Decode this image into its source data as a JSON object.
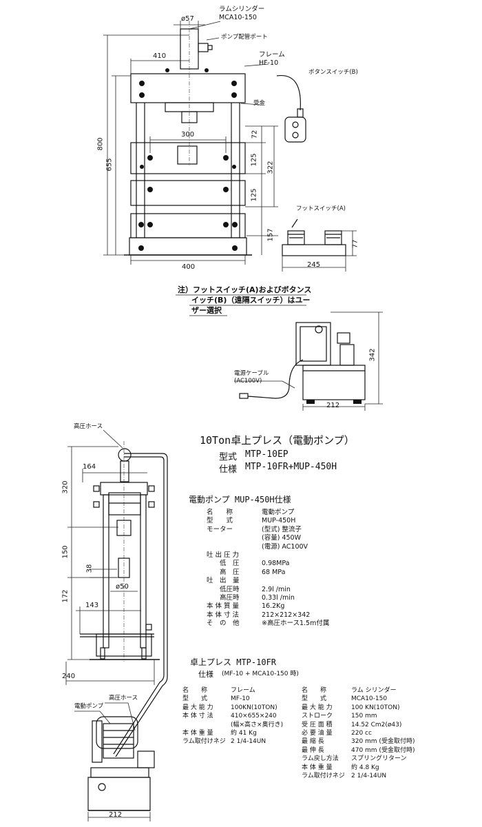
{
  "top_view": {
    "ram_cylinder_label": "ラムシリンダー",
    "ram_cylinder_model": "MCA10-150",
    "pump_port_label": "ポンプ配管ポート",
    "frame_label": "フレーム",
    "frame_model": "HF-10",
    "button_switch_label": "ボタンスイッチ(B)",
    "receiver_label": "受金",
    "foot_switch_label": "フットスイッチ(A)",
    "dims": {
      "d57": "ø57",
      "d410": "410",
      "d800": "800",
      "d655": "655",
      "d300": "300",
      "d72": "72",
      "d125a": "125",
      "d322": "322",
      "d125b": "125",
      "d157": "157",
      "d400": "400",
      "d245": "245",
      "d77": "77"
    }
  },
  "note_lines": [
    "注）フットスイッチ(A)およびボタンス",
    "イッチ(B)（遠隔スイッチ）はユー",
    "ザー選択"
  ],
  "pump_view": {
    "power_cable_label": "電源ケーブル",
    "power_cable_spec": "(AC100V)",
    "d342": "342",
    "d212": "212"
  },
  "title_block": {
    "title": "10Ton卓上プレス（電動ポンプ）",
    "model_label": "型式",
    "model_value": "MTP-10EP",
    "spec_label": "仕様",
    "spec_value": "MTP-10FR+MUP-450H"
  },
  "side_view": {
    "high_pressure_hose_label": "高圧ホース",
    "high_pressure_hose_label2": "高圧ホース",
    "electric_pump_label": "電動ポンプ",
    "dims": {
      "d164": "164",
      "d320": "320",
      "d150": "150",
      "d38": "38",
      "d50": "ø50",
      "d172": "172",
      "d143": "143",
      "d240": "240",
      "d212": "212"
    }
  },
  "pump_spec": {
    "heading": "電動ポンプ  MUP-450H仕様",
    "rows": [
      {
        "k": "名　　称",
        "v": "電動ポンプ"
      },
      {
        "k": "型　　式",
        "v": "MUP-450H"
      },
      {
        "k": "モーター",
        "v": "(型式) 整流子"
      },
      {
        "k": "",
        "v": "(容量) 450W"
      },
      {
        "k": "",
        "v": "(電源) AC100V"
      },
      {
        "k": "吐 出 圧 力",
        "v": ""
      },
      {
        "k": "　　低　圧",
        "v": "0.98MPa"
      },
      {
        "k": "　　高　圧",
        "v": "68  MPa"
      },
      {
        "k": "吐　出　量",
        "v": ""
      },
      {
        "k": "　　低圧時",
        "v": "2.9l  /min"
      },
      {
        "k": "　　高圧時",
        "v": "0.33l  /min"
      },
      {
        "k": "本 体 質 量",
        "v": "16.2Kg"
      },
      {
        "k": "本 体 寸 法",
        "v": "212×212×342"
      },
      {
        "k": "そ　の　他",
        "v": "※高圧ホース1.5m付属"
      }
    ]
  },
  "press_spec": {
    "heading": "卓上プレス  MTP-10FR",
    "subheading_label": "仕様",
    "subheading_value": "(MF-10 + MCA10-150 時)",
    "frame_rows": [
      {
        "k": "名　　称",
        "v": "フレーム"
      },
      {
        "k": "型　　式",
        "v": "MF-10"
      },
      {
        "k": "最 大 能 力",
        "v": "100KN(10TON)"
      },
      {
        "k": "本 体 寸 法",
        "v": "410×655×240"
      },
      {
        "k": "",
        "v": "(幅×高さ×奥行き)"
      },
      {
        "k": "本 体 重 量",
        "v": "約 41  Kg"
      },
      {
        "k": "ラム取付けネジ",
        "v": "2 1/4-14UN"
      }
    ],
    "ram_rows": [
      {
        "k": "名　　称",
        "v": "ラム シリンダー"
      },
      {
        "k": "型　　式",
        "v": "MCA10-150"
      },
      {
        "k": "最 大 能 力",
        "v": "100 KN(10TON)"
      },
      {
        "k": "ストローク",
        "v": "150  mm"
      },
      {
        "k": "受 圧 面 積",
        "v": "14.52 Cm2(ø43)"
      },
      {
        "k": "必 要 油 量",
        "v": "220 cc"
      },
      {
        "k": "最 縮 長",
        "v": "320 mm  (受金取付時)"
      },
      {
        "k": "最 伸 長",
        "v": "470 mm  (受金取付時)"
      },
      {
        "k": "ラム戻し方法",
        "v": "スプリングリターン"
      },
      {
        "k": "本 体 重 量",
        "v": "約 4.8 Kg"
      },
      {
        "k": "ラム取付けネジ",
        "v": "2 1/4-14UN"
      }
    ]
  }
}
